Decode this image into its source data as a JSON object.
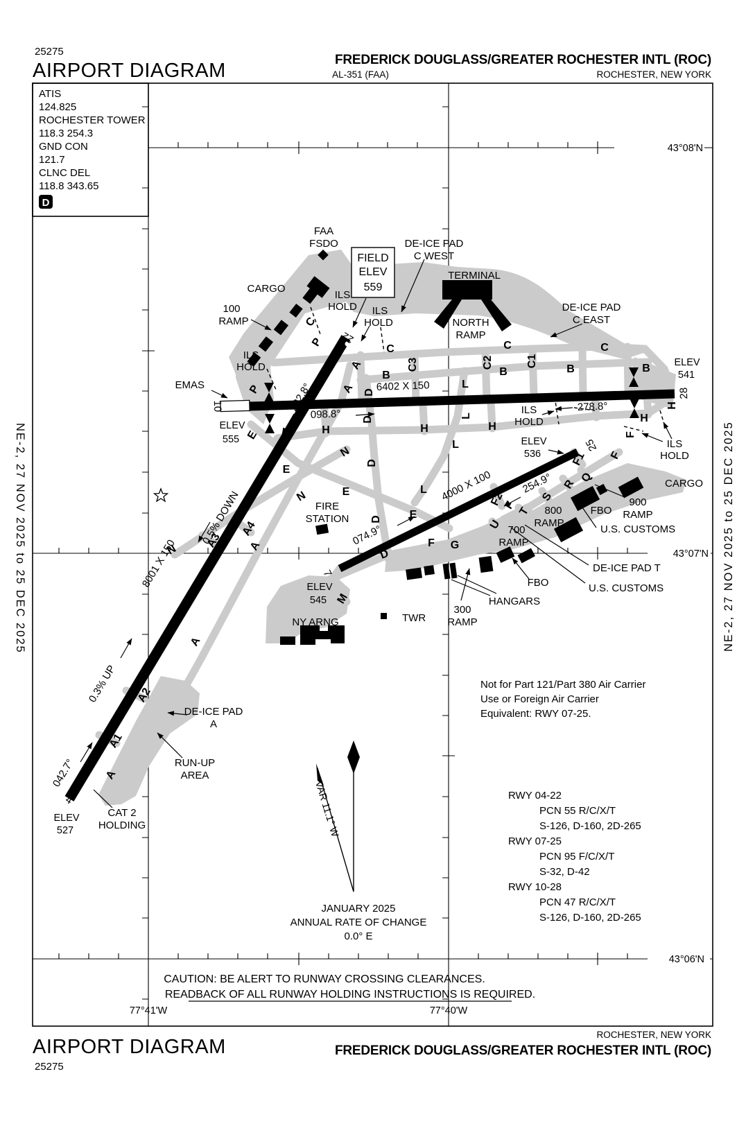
{
  "header": {
    "chart_number": "25275",
    "chart_name": "AIRPORT DIAGRAM",
    "airport_title": "FREDERICK DOUGLASS/GREATER ROCHESTER INTL (ROC)",
    "procedure_id": "AL-351 (FAA)",
    "city": "ROCHESTER, NEW YORK"
  },
  "edge_note": "NE-2,  27 NOV 2025  to  25 DEC 2025",
  "comm_box": {
    "atis": "ATIS",
    "atis_freq": "124.825",
    "tower": "ROCHESTER TOWER",
    "tower_freq": "118.3  254.3",
    "gnd": "GND CON",
    "gnd_freq": "121.7",
    "clnc": "CLNC DEL",
    "clnc_freq": "118.8  343.65",
    "d_symbol": "D"
  },
  "graticule": {
    "lat_08": "43°08'N",
    "lat_07": "43°07'N",
    "lat_06": "43°06'N",
    "lon_41": "77°41'W",
    "lon_40": "77°40'W"
  },
  "runways": {
    "r0422": {
      "dim": "8001 X 150",
      "hdg_ne": "222.8°",
      "hdg_sw": "042.7°",
      "grad_down": "0.5% DOWN",
      "grad_up": "0.3% UP",
      "n4": "4",
      "n22": "22"
    },
    "r1028": {
      "dim": "6402 X 150",
      "hdg_e": "098.8°",
      "hdg_w": "278.8°",
      "n10": "10",
      "n28": "28"
    },
    "r0725": {
      "dim": "4000 X 100",
      "hdg_e": "074.9°",
      "hdg_w": "254.9°",
      "n7": "7",
      "n25": "25"
    }
  },
  "elev": {
    "field_1": "FIELD",
    "field_2": "ELEV",
    "field_3": "559",
    "word": "ELEV",
    "v555": "555",
    "v541": "541",
    "v536": "536",
    "v545": "545",
    "v527": "527"
  },
  "features": {
    "faa": "FAA",
    "fsdo": "FSDO",
    "cargo": "CARGO",
    "ramp": "RAMP",
    "n100": "100",
    "n300": "300",
    "n700": "700",
    "n800": "800",
    "n900": "900",
    "north": "NORTH",
    "terminal": "TERMINAL",
    "deice": "DE-ICE PAD",
    "c_west": "C WEST",
    "c_east": "C EAST",
    "deice_t": "DE-ICE PAD T",
    "deice_a": "A",
    "ils": "ILS",
    "hold": "HOLD",
    "emas": "EMAS",
    "fire_1": "FIRE",
    "fire_2": "STATION",
    "twr": "TWR",
    "ny_arng": "NY ARNG",
    "hangars": "HANGARS",
    "fbo": "FBO",
    "customs": "U.S. CUSTOMS",
    "runup_1": "RUN-UP",
    "runup_2": "AREA",
    "cat2_1": "CAT 2",
    "cat2_2": "HOLDING"
  },
  "twy": {
    "A": "A",
    "A1": "A1",
    "A2": "A2",
    "A3": "A3",
    "A4": "A4",
    "B": "B",
    "C": "C",
    "C1": "C1",
    "C2": "C2",
    "C3": "C3",
    "D": "D",
    "E": "E",
    "F": "F",
    "F1": "F1",
    "F2": "F2",
    "G": "G",
    "H": "H",
    "L": "L",
    "M": "M",
    "N": "N",
    "P": "P",
    "Q": "Q",
    "R": "R",
    "S": "S",
    "T": "T",
    "U": "U"
  },
  "notes": {
    "not_for_1": "Not for Part 121/Part 380 Air Carrier",
    "not_for_2": "Use or Foreign Air Carrier",
    "not_for_3": "Equivalent: RWY 07-25.",
    "rwy_data": [
      "RWY 04-22",
      "PCN 55 R/C/X/T",
      "S-126, D-160, 2D-265",
      "RWY 07-25",
      "PCN 95 F/C/X/T",
      "S-32, D-42",
      "RWY 10-28",
      "PCN 47 R/C/X/T",
      "S-126, D-160, 2D-265"
    ],
    "caution_1": "CAUTION: BE ALERT TO RUNWAY CROSSING CLEARANCES.",
    "caution_2": "READBACK OF ALL RUNWAY HOLDING INSTRUCTIONS IS REQUIRED.",
    "var_label": "VAR 11.1° W",
    "jan_1": "JANUARY 2025",
    "jan_2": "ANNUAL RATE OF CHANGE",
    "jan_3": "0.0° E"
  }
}
